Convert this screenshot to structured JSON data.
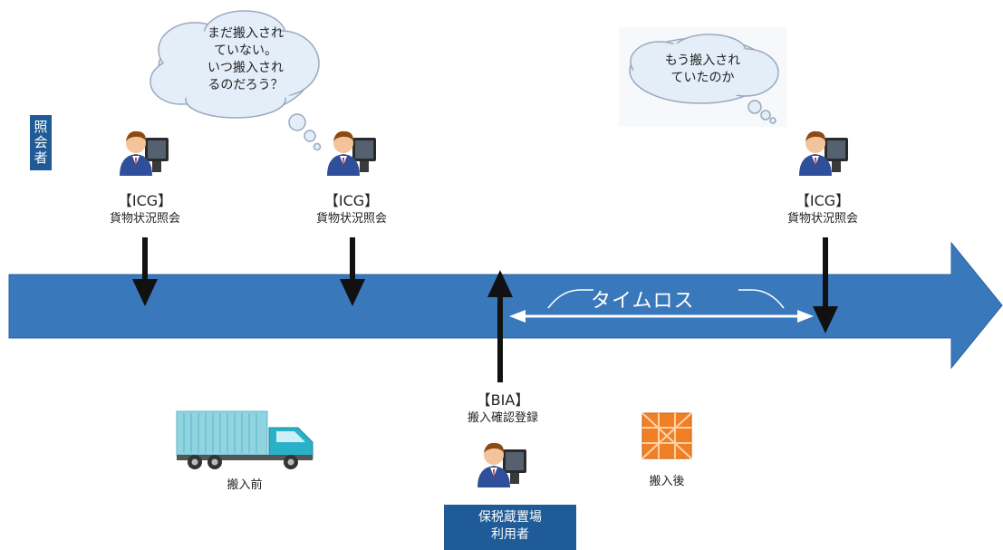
{
  "roles": {
    "inquirer": "照会者",
    "bonded_user": "保税蔵置場\n利用者"
  },
  "thoughts": {
    "left": "まだ搬入され\nていない。\nいつ搬入され\nるのだろう？",
    "right": "もう搬入され\nていたのか"
  },
  "inquiries": [
    {
      "system": "【ICG】",
      "desc": "貨物状況照会"
    },
    {
      "system": "【ICG】",
      "desc": "貨物状況照会"
    },
    {
      "system": "【ICG】",
      "desc": "貨物状況照会"
    }
  ],
  "registration": {
    "system": "【BIA】",
    "desc": "搬入確認登録"
  },
  "timeloss": "タイムロス",
  "before_caption": "搬入前",
  "after_caption": "搬入後",
  "colors": {
    "timeline": "#3a78bc",
    "timeline_edge": "#2b62a0",
    "label_bg": "#1f5b96",
    "arrow": "#111111",
    "cloud_fill": "#e4eef8",
    "cloud_stroke": "#9aa9bd",
    "truck_container": "#8fd4e0",
    "truck_cab": "#2ab0c8",
    "box": "#f07f26"
  },
  "icons": [
    "person-at-computer-icon",
    "truck-icon",
    "cargo-box-icon",
    "thought-cloud-icon"
  ]
}
